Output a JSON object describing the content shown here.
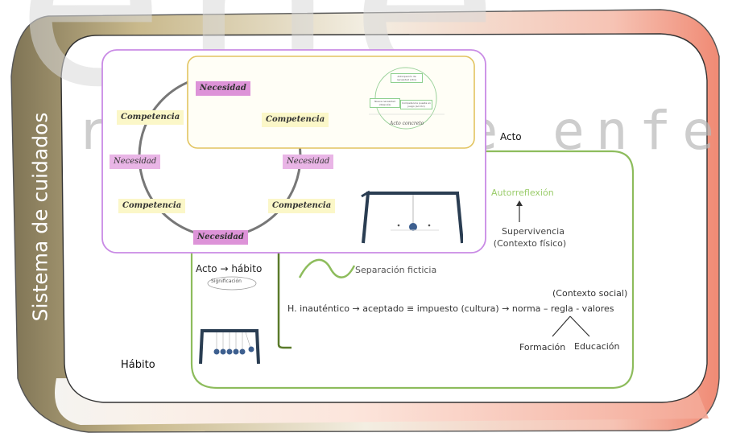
{
  "watermark": {
    "logo_text": "ene",
    "subtitle": "revista de enfermería"
  },
  "system_label": "Sistema de cuidados",
  "cycle": {
    "top": "Necesidad",
    "left": "Necesidad",
    "right": "Necesidad",
    "bottom": "Necesidad",
    "comp_upper_left": "Competencia",
    "comp_upper_right": "Competencia",
    "comp_lower_left": "Competencia",
    "comp_lower_right": "Competencia"
  },
  "acto": {
    "label": "Acto",
    "inset_caption": "Acto concreto",
    "inset_boxes": [
      "Anticipación de necesidad (otro)",
      "Nueva necesidad (después)",
      "Competencia puesta en juego (acción)"
    ]
  },
  "right_panel": {
    "autorreflexion": "Autorreflexión",
    "supervivencia": "Supervivencia",
    "contexto_fisico": "(Contexto físico)"
  },
  "habit": {
    "label": "Hábito",
    "acto_habito": "Acto → hábito",
    "significacion": "Significación",
    "separacion": "Separación ficticia",
    "contexto_social": "(Contexto social)",
    "chain": "H. inauténtico → aceptado ≡ impuesto (cultura) → norma – regla - valores",
    "formacion": "Formación",
    "educacion": "Educación"
  },
  "colors": {
    "outer_gradient_left": "#7f7455",
    "outer_gradient_right": "#f08a74",
    "purple_border": "#c98be5",
    "yellow_border": "#e2c460",
    "green_border": "#8dbc5c",
    "necesidad_fill": "#e9b5e6",
    "competencia_fill": "#fbf7c8"
  }
}
